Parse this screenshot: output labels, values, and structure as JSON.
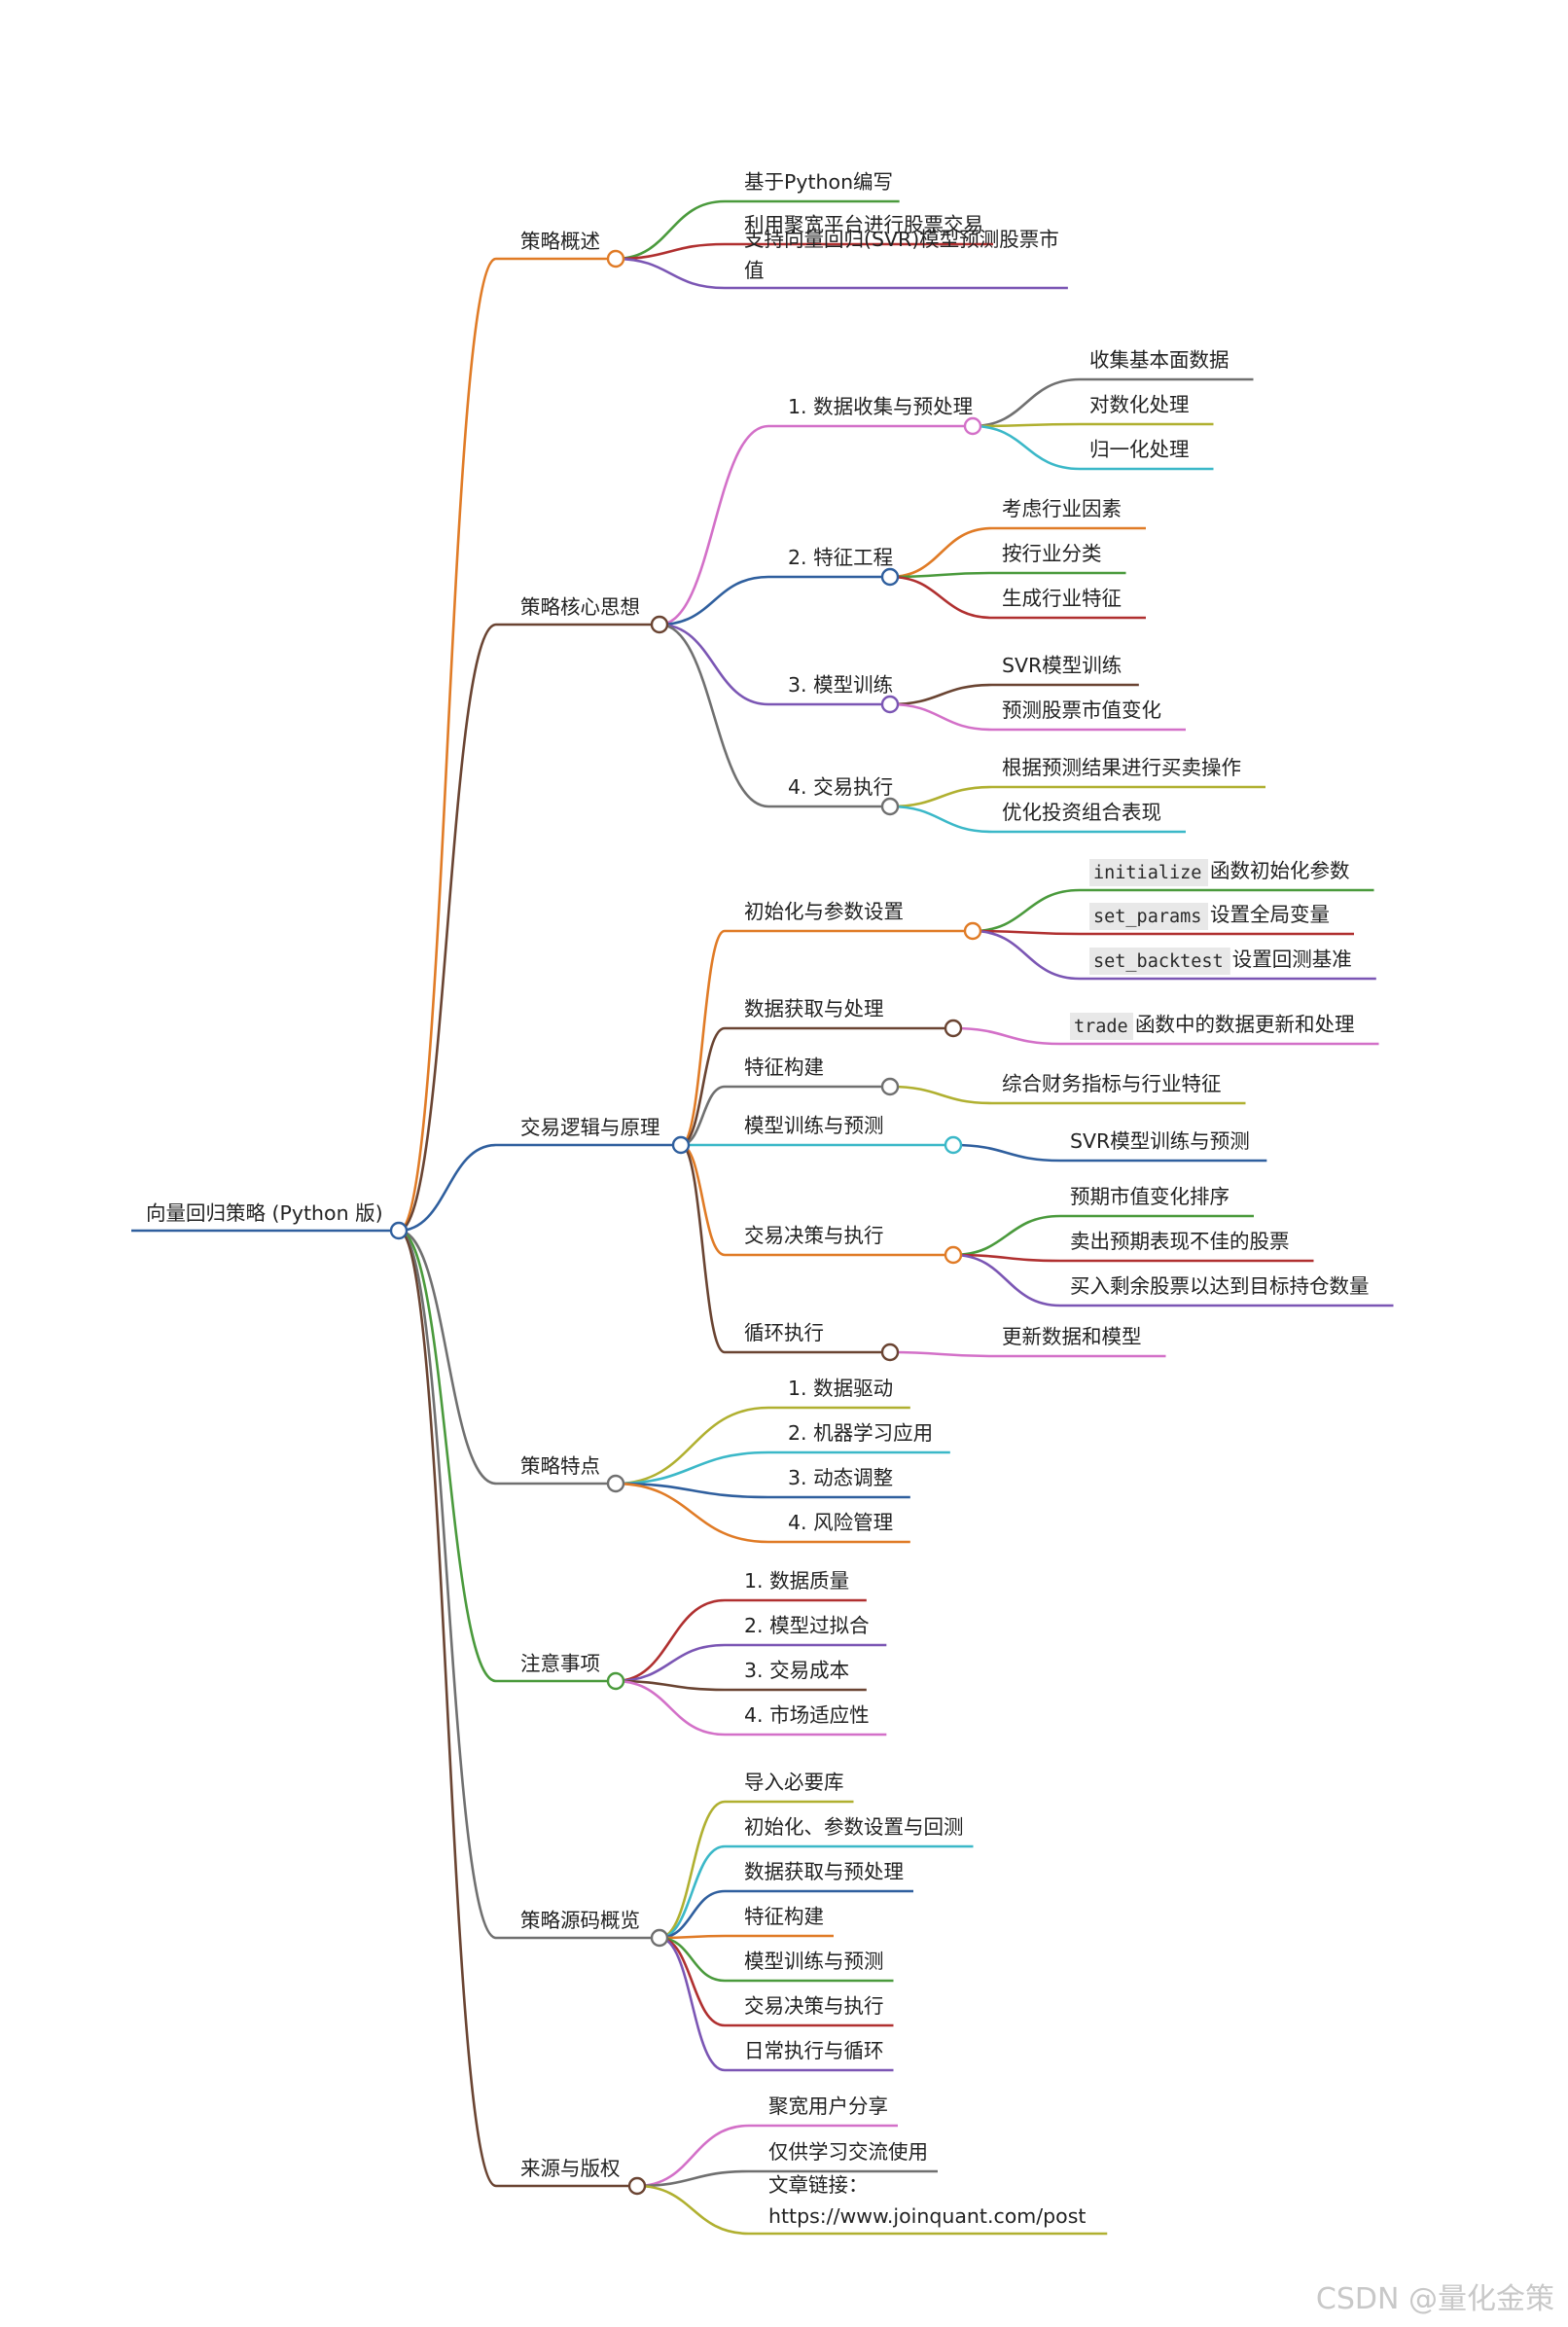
{
  "root": {
    "label": "向量回归策略 (Python 版)",
    "color": "#2f5f9e"
  },
  "branches": [
    {
      "label": "策略概述",
      "color": "#e07b26",
      "children": [
        {
          "label": "基于Python编写",
          "color": "#4a9a3c"
        },
        {
          "label": "利用聚宽平台进行股票交易",
          "color": "#b03030"
        },
        {
          "label": "支持向量回归(SVR)模型预测股票市",
          "label2": "值",
          "color": "#7b56b4"
        }
      ]
    },
    {
      "label": "策略核心思想",
      "color": "#6a4432",
      "children": [
        {
          "label": "1. 数据收集与预处理",
          "color": "#d370c8",
          "children": [
            {
              "label": "收集基本面数据",
              "color": "#707070"
            },
            {
              "label": "对数化处理",
              "color": "#b0b030"
            },
            {
              "label": "归一化处理",
              "color": "#3bb8c8"
            }
          ]
        },
        {
          "label": "2. 特征工程",
          "color": "#2f5f9e",
          "children": [
            {
              "label": "考虑行业因素",
              "color": "#e07b26"
            },
            {
              "label": "按行业分类",
              "color": "#4a9a3c"
            },
            {
              "label": "生成行业特征",
              "color": "#b03030"
            }
          ]
        },
        {
          "label": "3. 模型训练",
          "color": "#7b56b4",
          "children": [
            {
              "label": "SVR模型训练",
              "color": "#6a4432"
            },
            {
              "label": "预测股票市值变化",
              "color": "#d370c8"
            }
          ]
        },
        {
          "label": "4. 交易执行",
          "color": "#707070",
          "children": [
            {
              "label": "根据预测结果进行买卖操作",
              "color": "#b0b030"
            },
            {
              "label": "优化投资组合表现",
              "color": "#3bb8c8"
            }
          ]
        }
      ]
    },
    {
      "label": "交易逻辑与原理",
      "color": "#2f5f9e",
      "children": [
        {
          "label": "初始化与参数设置",
          "color": "#e07b26",
          "children": [
            {
              "code": "initialize",
              "label": "函数初始化参数",
              "color": "#4a9a3c"
            },
            {
              "code": "set_params",
              "label": "设置全局变量",
              "color": "#b03030"
            },
            {
              "code": "set_backtest",
              "label": "设置回测基准",
              "color": "#7b56b4"
            }
          ]
        },
        {
          "label": "数据获取与处理",
          "color": "#6a4432",
          "children": [
            {
              "code": "trade",
              "label": "函数中的数据更新和处理",
              "color": "#d370c8"
            }
          ]
        },
        {
          "label": "特征构建",
          "color": "#707070",
          "children": [
            {
              "label": "综合财务指标与行业特征",
              "color": "#b0b030"
            }
          ]
        },
        {
          "label": "模型训练与预测",
          "color": "#3bb8c8",
          "children": [
            {
              "label": "SVR模型训练与预测",
              "color": "#2f5f9e"
            }
          ]
        },
        {
          "label": "交易决策与执行",
          "color": "#e07b26",
          "children": [
            {
              "label": "预期市值变化排序",
              "color": "#4a9a3c"
            },
            {
              "label": "卖出预期表现不佳的股票",
              "color": "#b03030"
            },
            {
              "label": "买入剩余股票以达到目标持仓数量",
              "color": "#7b56b4"
            }
          ]
        },
        {
          "label": "循环执行",
          "color": "#6a4432",
          "children": [
            {
              "label": "更新数据和模型",
              "color": "#d370c8"
            }
          ]
        }
      ]
    },
    {
      "label": "策略特点",
      "color": "#707070",
      "children": [
        {
          "label": "1. 数据驱动",
          "color": "#b0b030"
        },
        {
          "label": "2. 机器学习应用",
          "color": "#3bb8c8"
        },
        {
          "label": "3. 动态调整",
          "color": "#2f5f9e"
        },
        {
          "label": "4. 风险管理",
          "color": "#e07b26"
        }
      ]
    },
    {
      "label": "注意事项",
      "color": "#4a9a3c",
      "children": [
        {
          "label": "1. 数据质量",
          "color": "#b03030"
        },
        {
          "label": "2. 模型过拟合",
          "color": "#7b56b4"
        },
        {
          "label": "3. 交易成本",
          "color": "#6a4432"
        },
        {
          "label": "4. 市场适应性",
          "color": "#d370c8"
        }
      ]
    },
    {
      "label": "策略源码概览",
      "color": "#707070",
      "children": [
        {
          "label": "导入必要库",
          "color": "#b0b030"
        },
        {
          "label": "初始化、参数设置与回测",
          "color": "#3bb8c8"
        },
        {
          "label": "数据获取与预处理",
          "color": "#2f5f9e"
        },
        {
          "label": "特征构建",
          "color": "#e07b26"
        },
        {
          "label": "模型训练与预测",
          "color": "#4a9a3c"
        },
        {
          "label": "交易决策与执行",
          "color": "#b03030"
        },
        {
          "label": "日常执行与循环",
          "color": "#7b56b4"
        }
      ]
    },
    {
      "label": "来源与版权",
      "color": "#6a4432",
      "children": [
        {
          "label": "聚宽用户分享",
          "color": "#d370c8"
        },
        {
          "label": "仅供学习交流使用",
          "color": "#707070"
        },
        {
          "label": "文章链接：",
          "label2": "https://www.joinquant.com/post",
          "color": "#b0b030"
        }
      ]
    }
  ],
  "watermark": "CSDN @量化金策"
}
